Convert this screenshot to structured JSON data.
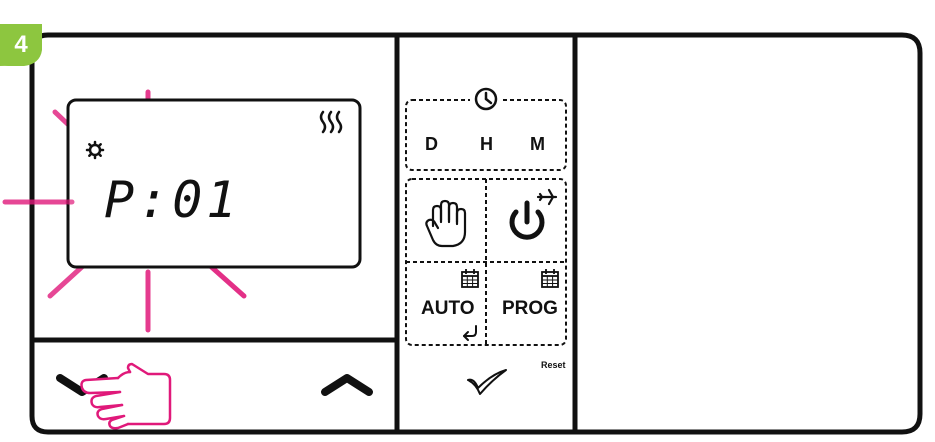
{
  "step": {
    "number": "4"
  },
  "display": {
    "text": "P:01",
    "indicator_icon": "gear-icon",
    "mode_icon": "heating-icon"
  },
  "panel": {
    "time_group": {
      "icon": "clock-icon",
      "day": "D",
      "hour": "H",
      "minute": "M"
    },
    "manual_icon": "hand-icon",
    "power_icon": "power-icon",
    "holiday_icon": "airplane-icon",
    "auto_label": "AUTO",
    "prog_label": "PROG",
    "calendar_icon": "calendar-icon",
    "return_icon": "return-icon",
    "confirm_icon": "check-icon",
    "reset_label": "Reset"
  },
  "nav": {
    "down_icon": "chevron-down-icon",
    "up_icon": "chevron-up-icon",
    "pointer_icon": "finger-pointer-icon"
  },
  "colors": {
    "highlight": "#e0197a",
    "step_badge": "#8dc63f",
    "outline": "#111111"
  }
}
